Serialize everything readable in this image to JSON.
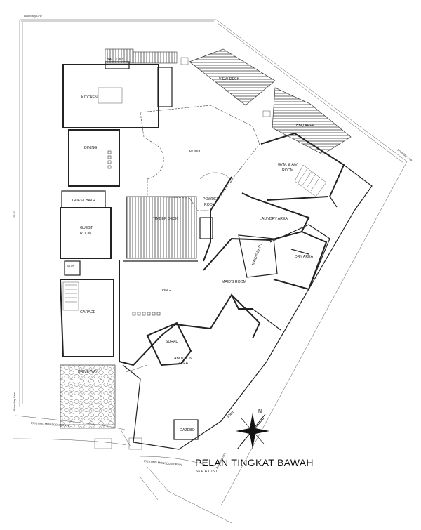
{
  "title": "PELAN TINGKAT BAWAH",
  "scale": "SKALA 1:150",
  "north_label": "N",
  "kiblat_label": "qiblat",
  "boundary_labels": {
    "top_left": "Boundary Line",
    "right": "Boundary Line",
    "left": "25.93",
    "left_bottom": "Boundary Line",
    "bottom_right": "Boundary Line"
  },
  "road_labels": {
    "bottom_left": "EXISTING MONSOON DRAIN",
    "bottom_mid": "EXISTING MONSOON DRAIN"
  },
  "rooms": {
    "balcony": "BALCONY",
    "kitchen": "KITCHEN",
    "view_deck": "VIEW DECK",
    "bbq_area": "BBQ AREA",
    "dining": "DINING",
    "pond": "POND",
    "gym": "GYM. & A/V",
    "gym2": "ROOM",
    "guest_bath": "GUEST BATH",
    "powder": "POWDER",
    "powder2": "ROOM",
    "timber_deck": "TIMBER DECK",
    "laundry": "LAUNDRY AREA",
    "guest": "GUEST",
    "guest2": "ROOM",
    "maids_bath": "MAID'S BATH",
    "dry_area": "DRY AREA",
    "maids_room": "MAID'S ROOM",
    "bath": "BATH",
    "living": "LIVING",
    "garage": "GARAGE",
    "surau": "SURAU",
    "ablution": "ABLUTION",
    "ablution2": "AREA",
    "drive_way": "DRIVE WAY",
    "gazebo": "GAZEBO"
  }
}
